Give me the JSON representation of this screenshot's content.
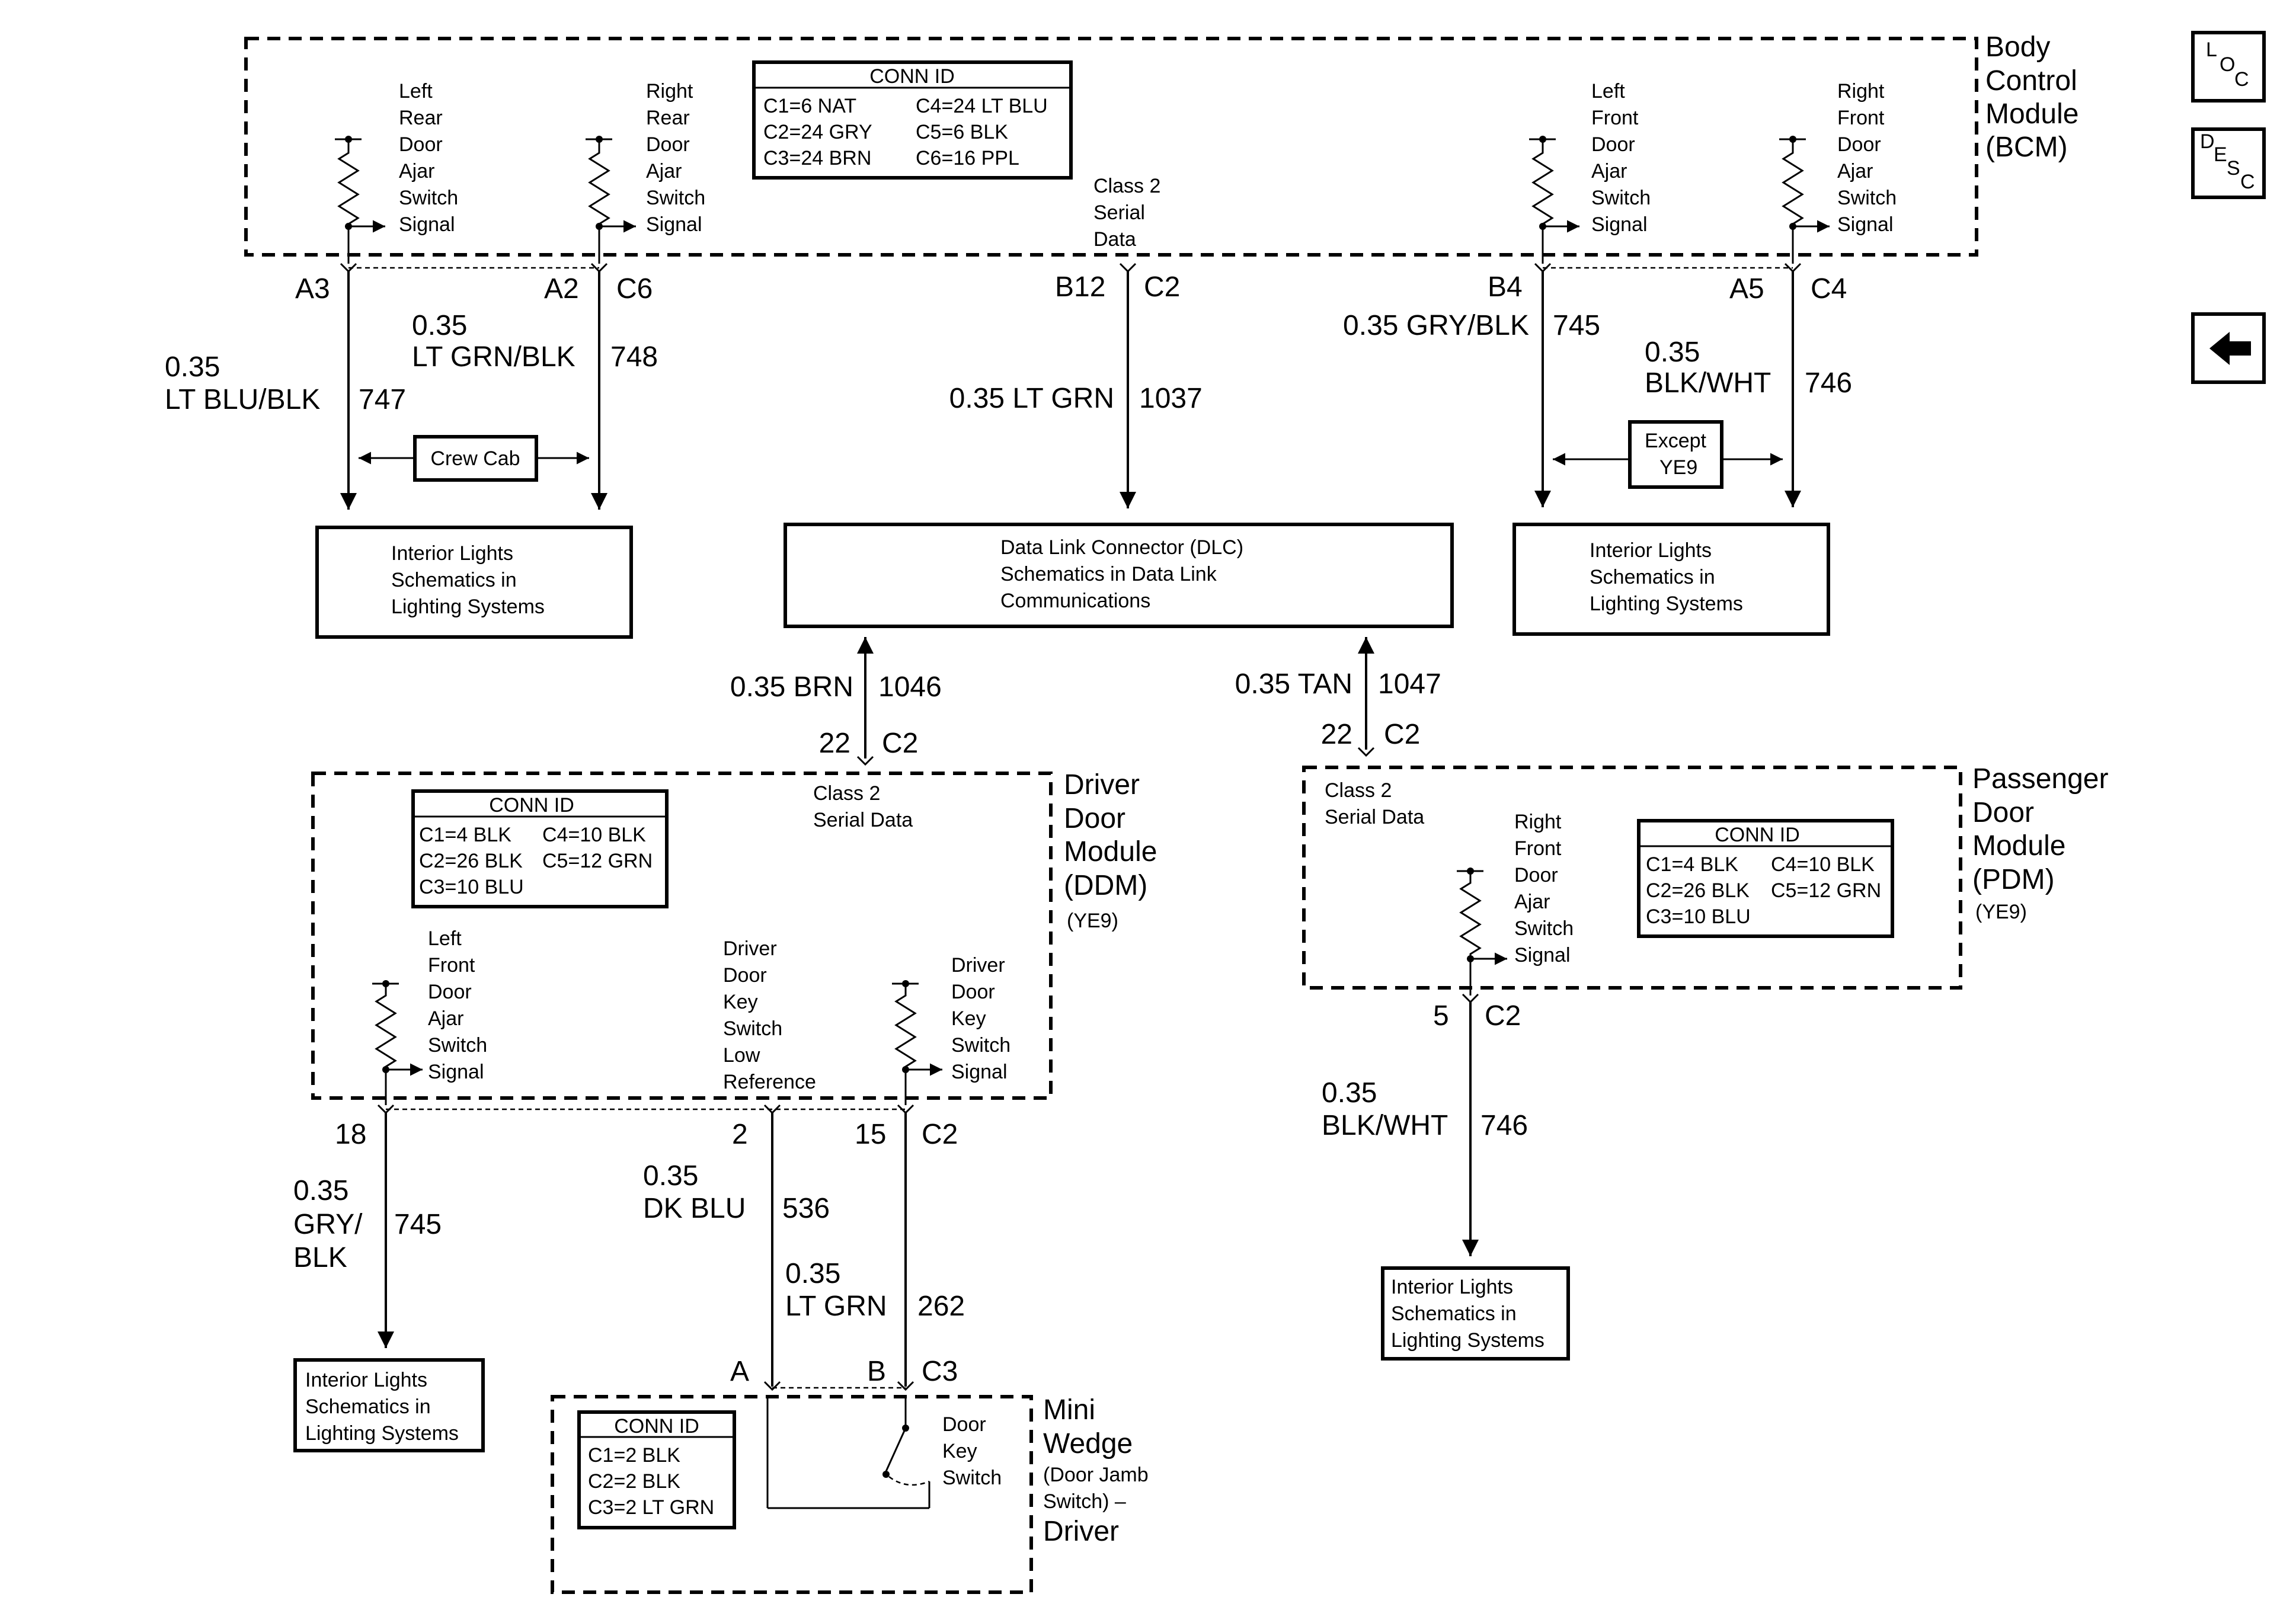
{
  "bcm": {
    "name": [
      "Body",
      "Control",
      "Module",
      "(BCM)"
    ],
    "conn_title": "CONN ID",
    "conn_left": [
      "C1=6 NAT",
      "C2=24 GRY",
      "C3=24 BRN"
    ],
    "conn_right": [
      "C4=24 LT BLU",
      "C5=6 BLK",
      "C6=16 PPL"
    ],
    "switch_lr": [
      "Left",
      "Rear",
      "Door",
      "Ajar",
      "Switch",
      "Signal"
    ],
    "switch_rr": [
      "Right",
      "Rear",
      "Door",
      "Ajar",
      "Switch",
      "Signal"
    ],
    "switch_lf": [
      "Left",
      "Front",
      "Door",
      "Ajar",
      "Switch",
      "Signal"
    ],
    "switch_rf": [
      "Right",
      "Front",
      "Door",
      "Ajar",
      "Switch",
      "Signal"
    ],
    "serial": [
      "Class 2",
      "Serial",
      "Data"
    ]
  },
  "pins": {
    "a3": "A3",
    "a2": "A2",
    "c6": "C6",
    "b12": "B12",
    "c2": "C2",
    "b4": "B4",
    "a5": "A5",
    "c4": "C4"
  },
  "wires": {
    "w747_size": "0.35",
    "w747_color": "LT BLU/BLK",
    "w747_num": "747",
    "w748_size": "0.35",
    "w748_color": "LT GRN/BLK",
    "w748_num": "748",
    "w1037_label": "0.35 LT GRN",
    "w1037_num": "1037",
    "w745_label": "0.35 GRY/BLK",
    "w745_num": "745",
    "w746_size": "0.35",
    "w746_color": "BLK/WHT",
    "w746_num": "746",
    "w1046_label": "0.35 BRN",
    "w1046_num": "1046",
    "w1047_label": "0.35 TAN",
    "w1047_num": "1047",
    "ddm745_size": "0.35",
    "ddm745_color1": "GRY/",
    "ddm745_color2": "BLK",
    "ddm745_num": "745",
    "w536_size": "0.35",
    "w536_color": "DK BLU",
    "w536_num": "536",
    "w262_size": "0.35",
    "w262_color": "LT GRN",
    "w262_num": "262",
    "pdm746_size": "0.35",
    "pdm746_color": "BLK/WHT",
    "pdm746_num": "746"
  },
  "notes": {
    "crew_cab": "Crew Cab",
    "except": [
      "Except",
      "YE9"
    ]
  },
  "refs": {
    "interior": [
      "Interior Lights",
      "Schematics in",
      "Lighting Systems"
    ],
    "dlc": [
      "Data Link Connector (DLC)",
      "Schematics in Data Link",
      "Communications"
    ]
  },
  "ddm": {
    "name": [
      "Driver",
      "Door",
      "Module",
      "(DDM)"
    ],
    "option": "(YE9)",
    "conn_title": "CONN ID",
    "conn_left": [
      "C1=4 BLK",
      "C2=26 BLK",
      "C3=10 BLU"
    ],
    "conn_right": [
      "C4=10 BLK",
      "C5=12 GRN"
    ],
    "serial": [
      "Class 2",
      "Serial Data"
    ],
    "switch_lf": [
      "Left",
      "Front",
      "Door",
      "Ajar",
      "Switch",
      "Signal"
    ],
    "low_ref": [
      "Driver",
      "Door",
      "Key",
      "Switch",
      "Low",
      "Reference"
    ],
    "key_signal": [
      "Driver",
      "Door",
      "Key",
      "Switch",
      "Signal"
    ],
    "pin_top_22": "22",
    "pin_top_c2": "C2",
    "pin_18": "18",
    "pin_2": "2",
    "pin_15": "15",
    "pin_c2": "C2"
  },
  "pdm": {
    "name": [
      "Passenger",
      "Door",
      "Module",
      "(PDM)"
    ],
    "option": "(YE9)",
    "conn_title": "CONN ID",
    "conn_left": [
      "C1=4 BLK",
      "C2=26 BLK",
      "C3=10 BLU"
    ],
    "conn_right": [
      "C4=10 BLK",
      "C5=12 GRN"
    ],
    "serial": [
      "Class 2",
      "Serial Data"
    ],
    "switch_rf": [
      "Right",
      "Front",
      "Door",
      "Ajar",
      "Switch",
      "Signal"
    ],
    "pin_top_22": "22",
    "pin_top_c2": "C2",
    "pin_5": "5",
    "pin_c2": "C2"
  },
  "wedge": {
    "name": [
      "Mini",
      "Wedge"
    ],
    "sub": [
      "(Door Jamb",
      "Switch) –"
    ],
    "name2": "Driver",
    "conn_title": "CONN ID",
    "conn": [
      "C1=2 BLK",
      "C2=2 BLK",
      "C3=2 LT GRN"
    ],
    "switch": [
      "Door",
      "Key",
      "Switch"
    ],
    "pin_a": "A",
    "pin_b": "B",
    "pin_c3": "C3"
  },
  "side": {
    "loc": [
      "L",
      "O",
      "C"
    ],
    "desc": [
      "D",
      "E",
      "S",
      "C"
    ]
  }
}
